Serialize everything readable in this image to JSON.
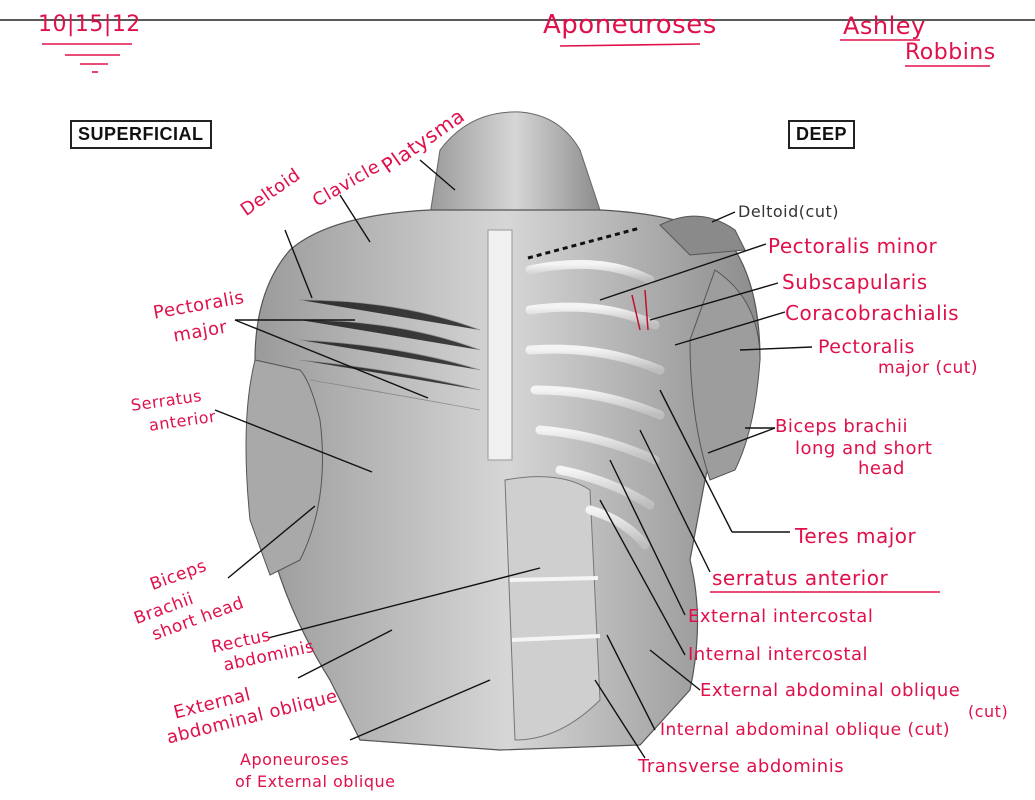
{
  "header": {
    "date": "10|15|12",
    "title": "Aponeuroses",
    "author_first": "Ashley",
    "author_last": "Robbins"
  },
  "panels": {
    "superficial": "SUPERFICIAL",
    "deep": "DEEP"
  },
  "labels": {
    "deltoid": "Deltoid",
    "clavicle": "Clavicle",
    "platysma": "Platysma",
    "deltoid_cut": "Deltoid(cut)",
    "pectoralis_minor": "Pectoralis minor",
    "subscapularis": "Subscapularis",
    "coracobrachialis": "Coracobrachialis",
    "pectoralis_major_cut_1": "Pectoralis",
    "pectoralis_major_cut_2": "major (cut)",
    "pectoralis_major_1": "Pectoralis",
    "pectoralis_major_2": "major",
    "serratus_anterior_left_1": "Serratus",
    "serratus_anterior_left_2": "anterior",
    "biceps_long_short_1": "Biceps brachii",
    "biceps_long_short_2": "long and short",
    "biceps_long_short_3": "head",
    "teres_major": "Teres major",
    "serratus_anterior_right": "serratus anterior",
    "biceps_short_1": "Biceps",
    "biceps_short_2": "Brachii",
    "biceps_short_3": "short head",
    "rectus_1": "Rectus",
    "rectus_2": "abdominis",
    "external_intercostal": "External intercostal",
    "internal_intercostal": "Internal intercostal",
    "external_oblique_left_1": "External",
    "external_oblique_left_2": "abdominal oblique",
    "external_abdominal_oblique_cut_1": "External abdominal oblique",
    "external_abdominal_oblique_cut_2": "(cut)",
    "internal_abdominal_oblique_cut": "Internal abdominal oblique (cut)",
    "aponeuroses_1": "Aponeuroses",
    "aponeuroses_2": "of External oblique",
    "transverse_abdominis": "Transverse abdominis"
  },
  "colors": {
    "ink_red": "#e0104a",
    "line": "#111111"
  }
}
